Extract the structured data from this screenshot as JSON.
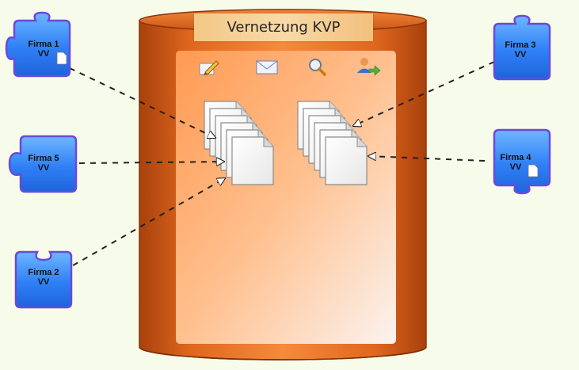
{
  "title": "Vernetzung KVP",
  "firms": [
    {
      "name": "Firma 1",
      "sub": "VV",
      "has_doc": true
    },
    {
      "name": "Firma 3",
      "sub": "VV",
      "has_doc": false
    },
    {
      "name": "Firma 5",
      "sub": "VV",
      "has_doc": false
    },
    {
      "name": "Firma 4",
      "sub": "VV",
      "has_doc": true
    },
    {
      "name": "Firma 2",
      "sub": "VV",
      "has_doc": false
    }
  ],
  "toolbar_icons": [
    "edit-icon",
    "mail-icon",
    "search-icon",
    "user-transfer-icon"
  ],
  "colors": {
    "background": "#f7fbe9",
    "cylinder": "#e8742a",
    "cylinder_dark": "#b4460e",
    "panel": "#ffa968",
    "puzzle": "#2f7df5",
    "puzzle_border": "#6a4ad8"
  }
}
